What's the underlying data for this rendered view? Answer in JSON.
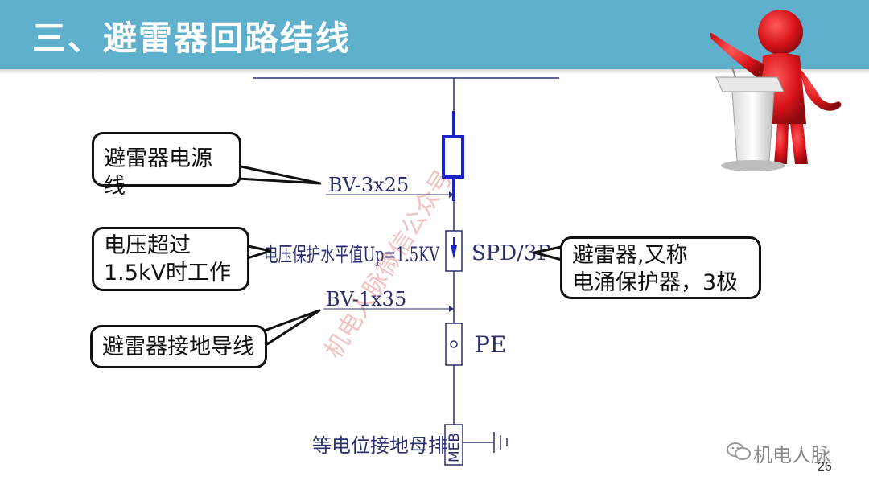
{
  "slide": {
    "title": "三、避雷器回路结线",
    "page_number": "26"
  },
  "callouts": {
    "power_line": "避雷器电源线",
    "voltage": [
      "电压超过",
      "1.5kV时工作"
    ],
    "ground_line": "避雷器接地导线",
    "spd": [
      "避雷器,又称",
      "电涌保护器，3极"
    ]
  },
  "diagram": {
    "cable_top": "BV-3x25",
    "protection_level": "电压保护水平值Up=1.5KV",
    "spd_label": "SPD/3P",
    "cable_bottom": "BV-1x35",
    "pe_label": "PE",
    "meb_label": "MEB",
    "busbar_label": "等电位接地母排"
  },
  "watermark": {
    "diagonal": "机电人脉微信公众号",
    "brand": "机电人脉"
  },
  "colors": {
    "header": "#5fb0cc",
    "fuse": "#1a23c8",
    "wire": "#2a2f6e",
    "watermark": "#f0b8b8"
  },
  "icons": [
    "speaker-figure-icon",
    "wechat-logo-icon"
  ]
}
